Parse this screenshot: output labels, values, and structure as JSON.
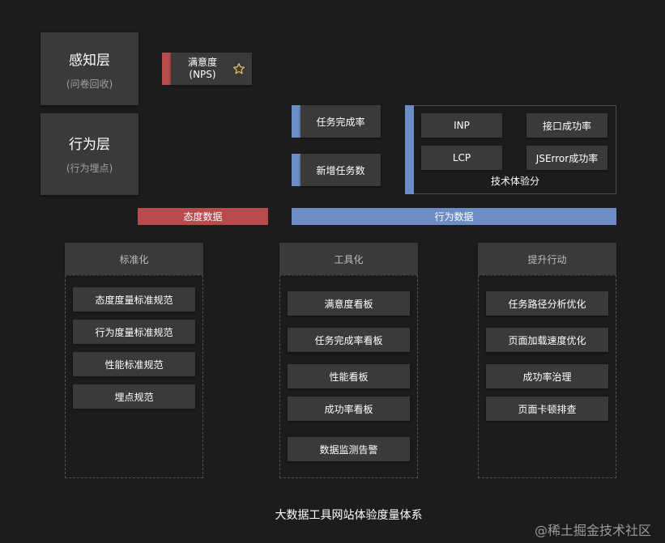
{
  "layers": {
    "perception": {
      "title": "感知层",
      "subtitle": "(问卷回收)"
    },
    "behavior": {
      "title": "行为层",
      "subtitle": "(行为埋点)"
    }
  },
  "nps": {
    "label_line1": "满意度",
    "label_line2": "(NPS)",
    "icon": "star-icon"
  },
  "task_metrics": {
    "completion": "任务完成率",
    "new_tasks": "新增任务数"
  },
  "tech_score": {
    "items": [
      "INP",
      "接口成功率",
      "LCP",
      "JSError成功率"
    ],
    "caption": "技术体验分"
  },
  "banners": {
    "attitude": "态度数据",
    "behavior": "行为数据"
  },
  "columns": [
    {
      "title": "标准化",
      "items": [
        "态度度量标准规范",
        "行为度量标准规范",
        "性能标准规范",
        "埋点规范"
      ]
    },
    {
      "title": "工具化",
      "items": [
        "满意度看板",
        "任务完成率看板",
        "性能看板",
        "成功率看板",
        "数据监测告警"
      ]
    },
    {
      "title": "提升行动",
      "items": [
        "任务路径分析优化",
        "页面加载速度优化",
        "成功率治理",
        "页面卡顿排查"
      ]
    }
  ],
  "footer": {
    "caption": "大数据工具网站体验度量体系",
    "watermark": "@稀土掘金技术社区"
  },
  "colors": {
    "background": "#1c1c1c",
    "card": "#3a3a3a",
    "attitude_red": "#b84b4b",
    "behavior_blue": "#6c8dc6"
  }
}
